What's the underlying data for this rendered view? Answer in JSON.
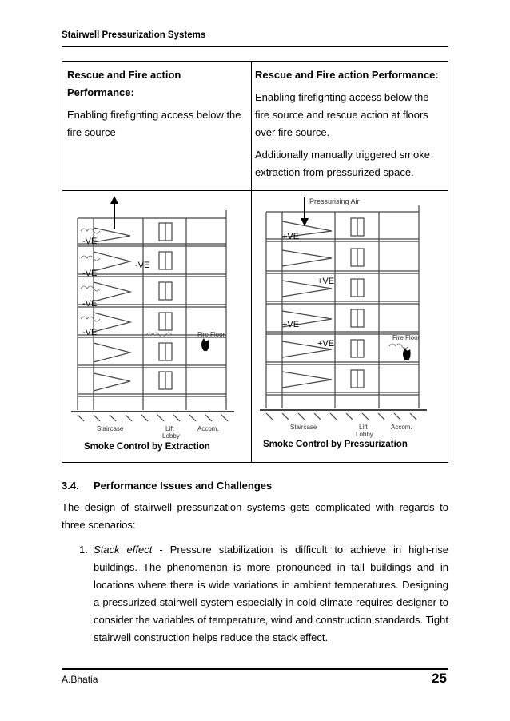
{
  "header": {
    "title": "Stairwell Pressurization Systems"
  },
  "table": {
    "left": {
      "heading": "Rescue and Fire action Performance:",
      "body": "Enabling firefighting access below the fire source"
    },
    "right": {
      "heading": "Rescue and Fire action Performance:",
      "body": "Enabling firefighting access below the fire source and rescue action at floors over fire source.",
      "body2": "Additionally manually triggered smoke extraction from pressurized space."
    }
  },
  "figure_left": {
    "labels": [
      "-VE",
      "-VE",
      "-VE",
      "-VE",
      "-VE"
    ],
    "fire_floor": "Fire Floor",
    "staircase": "Staircase",
    "lift": "Lift",
    "lobby": "Lobby",
    "accom": "Accom.",
    "caption": "Smoke Control by Extraction"
  },
  "figure_right": {
    "top_label": "Pressurising Air",
    "labels": [
      "+VE",
      "+VE",
      "+VE",
      "+VE"
    ],
    "fire_floor": "Fire Floor",
    "staircase": "Staircase",
    "lift": "Lift",
    "lobby": "Lobby",
    "accom": "Accom.",
    "caption": "Smoke Control by Pressurization"
  },
  "section": {
    "number": "3.4.",
    "title": "Performance Issues and Challenges"
  },
  "intro": "The design of stairwell pressurization systems gets complicated with regards to three scenarios:",
  "list": [
    {
      "number": "1.",
      "term": "Stack effect",
      "text": " - Pressure stabilization is difficult to achieve in high-rise buildings. The phenomenon is more pronounced in tall buildings and in locations where there is wide variations in ambient temperatures. Designing a pressurized stairwell system especially in cold climate requires designer to consider the variables of temperature, wind and construction standards. Tight stairwell construction helps reduce the stack effect."
    }
  ],
  "footer": {
    "author": "A.Bhatia",
    "page": "25"
  }
}
